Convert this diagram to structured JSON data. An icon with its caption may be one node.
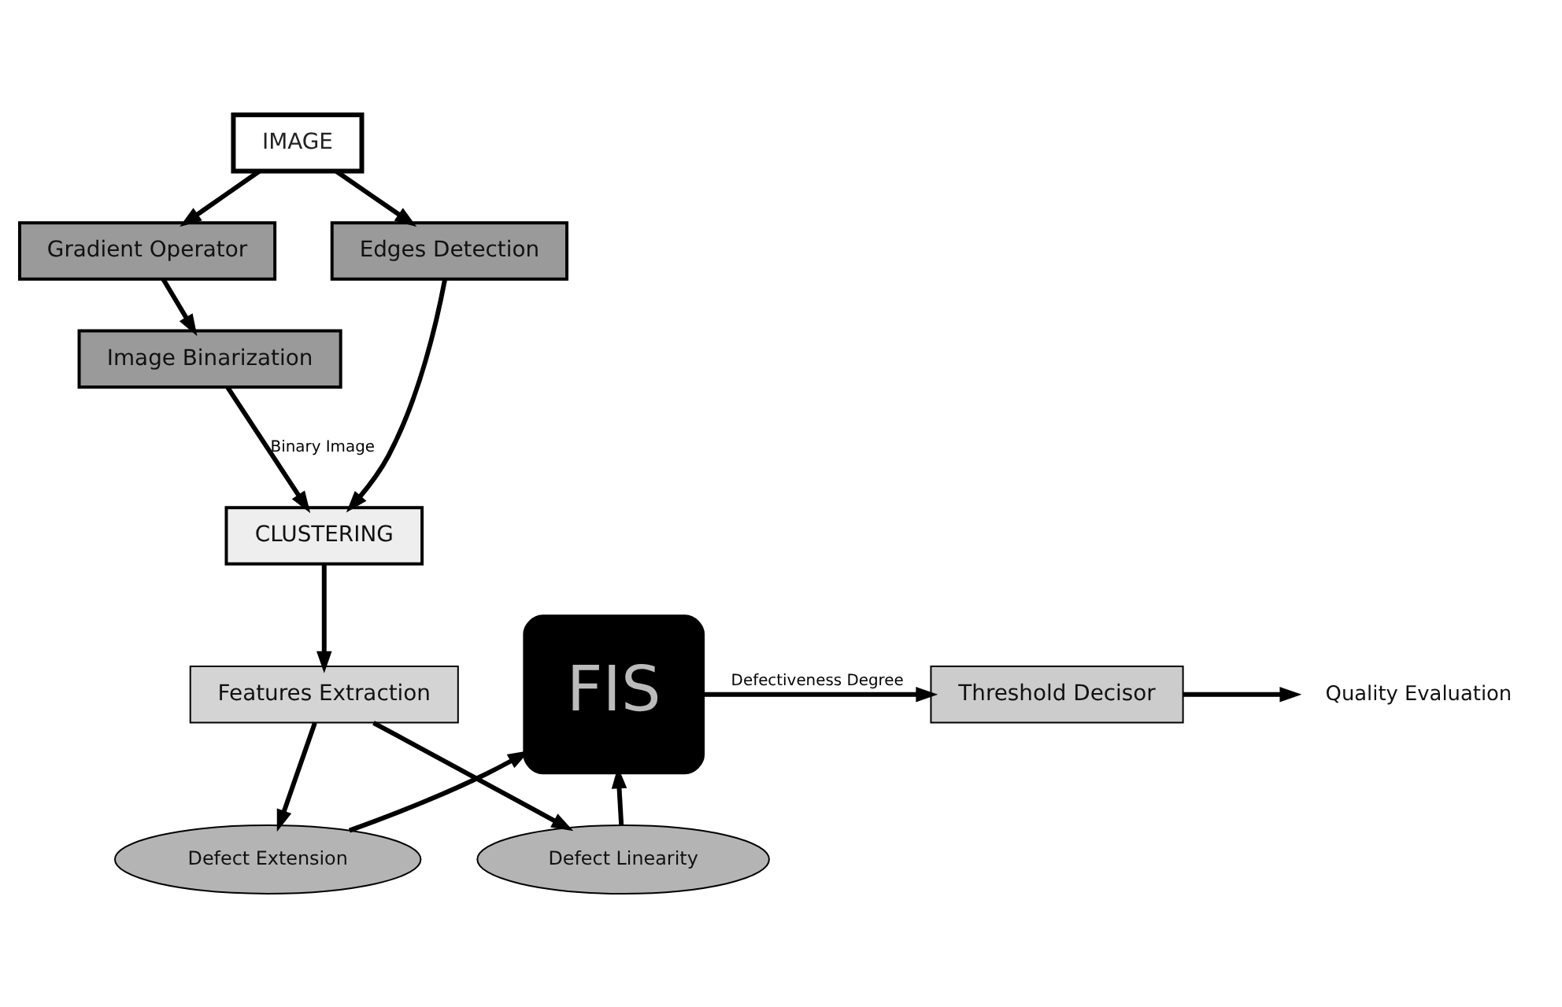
{
  "diagram": {
    "nodes": [
      {
        "text": [
          "IMAGE"
        ]
      },
      {
        "text": [
          "Gradient Operator"
        ]
      },
      {
        "text": [
          "Image Binarization"
        ]
      },
      {
        "text": [
          "Edges Detection"
        ]
      },
      {
        "text": [
          "CLUSTERING"
        ]
      },
      {
        "text": [
          "Features Extraction"
        ]
      },
      {
        "text": [
          "Defect Extension"
        ]
      },
      {
        "text": [
          "Defect Linearity"
        ]
      },
      {
        "text": [
          "FIS"
        ]
      },
      {
        "text": [
          "Threshold Decisor"
        ]
      },
      {
        "text": [
          "Quality Evaluation"
        ]
      }
    ],
    "edges": [
      {
        "from": 0,
        "to": 1,
        "arrow": "to"
      },
      {
        "from": 1,
        "to": 2,
        "arrow": "to"
      },
      {
        "from": 0,
        "to": 3,
        "arrow": "to"
      },
      {
        "from": 2,
        "to": 4,
        "arrow": "to",
        "label": "Binary Image"
      },
      {
        "from": 3,
        "to": 4,
        "arrow": "to"
      },
      {
        "from": 4,
        "to": 5,
        "arrow": "to"
      },
      {
        "from": 5,
        "to": 6,
        "arrow": "to"
      },
      {
        "from": 5,
        "to": 7,
        "arrow": "to"
      },
      {
        "from": 6,
        "to": 8,
        "arrow": "to"
      },
      {
        "from": 7,
        "to": 8,
        "arrow": "to"
      },
      {
        "from": 8,
        "to": 9,
        "arrow": "to",
        "label": "Defectiveness Degree"
      },
      {
        "from": 9,
        "to": 10,
        "arrow": "to"
      }
    ]
  }
}
